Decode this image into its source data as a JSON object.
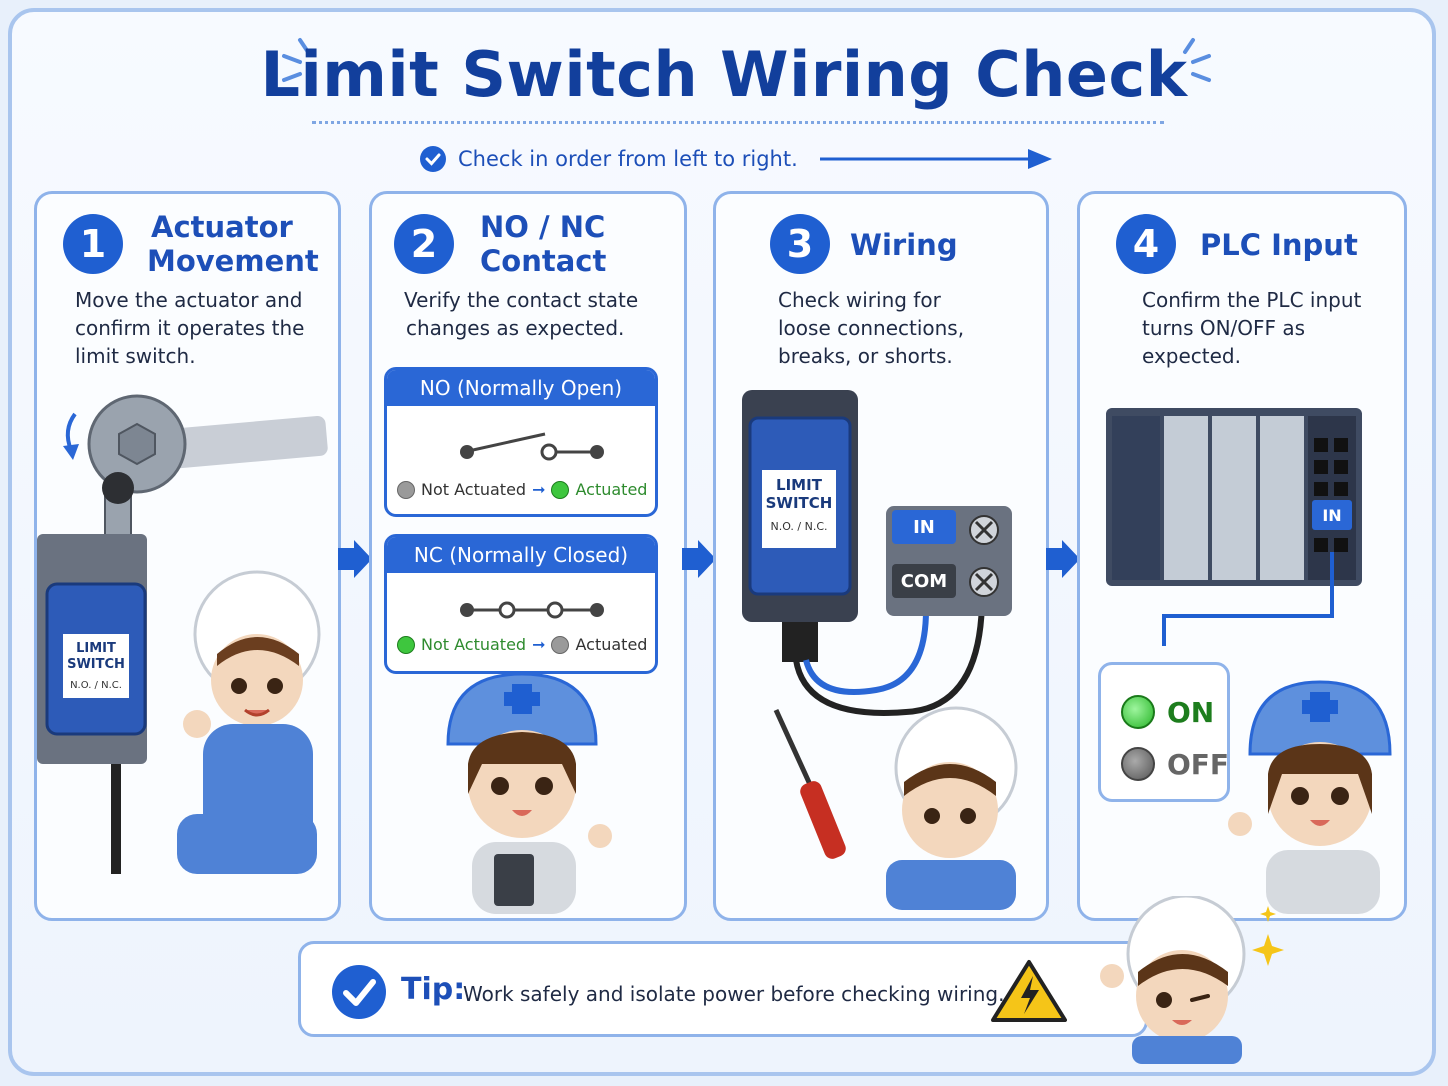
{
  "title": "Limit Switch Wiring Check",
  "subtitle": "Check in order from left to right.",
  "steps": [
    {
      "number": "1",
      "title_line1": "Actuator",
      "title_line2": "Movement",
      "desc_line1": "Move the actuator and",
      "desc_line2": "confirm it operates the",
      "desc_line3": "limit switch."
    },
    {
      "number": "2",
      "title_line1": "NO / NC",
      "title_line2": "Contact",
      "desc_line1": "Verify the contact state",
      "desc_line2": "changes as expected."
    },
    {
      "number": "3",
      "title": "Wiring",
      "desc_line1": "Check wiring for",
      "desc_line2": "loose connections,",
      "desc_line3": "breaks, or shorts."
    },
    {
      "number": "4",
      "title": "PLC Input",
      "desc_line1": "Confirm the PLC input",
      "desc_line2": "turns ON/OFF as",
      "desc_line3": "expected."
    }
  ],
  "no_box": {
    "header": "NO (Normally Open)",
    "state_from": "Not Actuated",
    "state_to": "Actuated"
  },
  "nc_box": {
    "header": "NC (Normally Closed)",
    "state_from": "Not Actuated",
    "state_to": "Actuated"
  },
  "switch_label": {
    "line1": "LIMIT",
    "line2": "SWITCH",
    "tag": "N.O. / N.C."
  },
  "terminals": {
    "in": "IN",
    "com": "COM"
  },
  "plc": {
    "input_label": "IN",
    "on": "ON",
    "off": "OFF"
  },
  "tip": {
    "label": "Tip:",
    "text": "Work safely and isolate power before checking wiring."
  },
  "colors": {
    "accent": "#1f5fd1",
    "title": "#123f9c",
    "led_on": "#3ec63e",
    "led_off": "#7a7a7a",
    "warning": "#f5c518"
  }
}
